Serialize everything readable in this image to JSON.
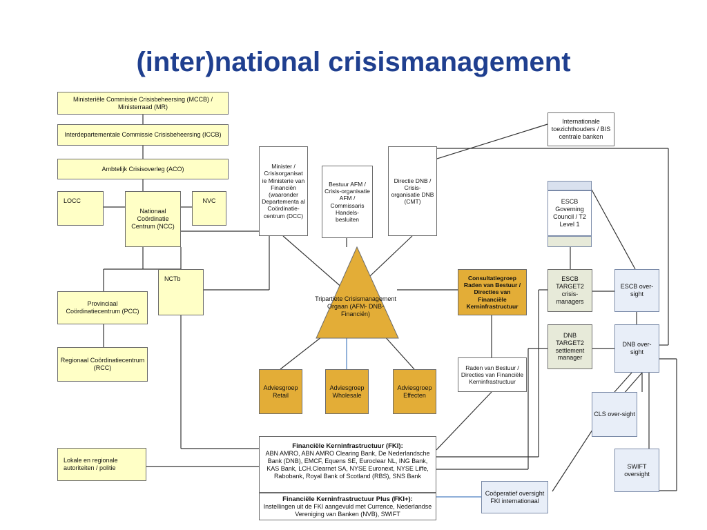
{
  "title": "(inter)national crisismanagement",
  "nodes": {
    "mccb": "Ministeriële Commissie Crisisbeheersing (MCCB) / Ministerraad (MR)",
    "iccb": "Interdepartementale Commissie Crisisbeheersing (ICCB)",
    "aco": "Ambtelijk Crisisoverleg (ACO)",
    "locc": "LOCC",
    "ncc": "Nationaal Coördinatie Centrum (NCC)",
    "nvc": "NVC",
    "nctb": "NCTb",
    "pcc": "Provinciaal Coördinatiecentrum (PCC)",
    "rcc": "Regionaal Coördinatiecentrum (RCC)",
    "lokale": "Lokale  en regionale autoriteiten / politie",
    "minister": "Minister / Crisisorganisat ie Ministerie van Financiën (waaronder Departementa al Coördinatie-centrum (DCC)",
    "bestuur_afm": "Bestuur AFM / Crisis-organisatie AFM / Commissaris Handels-besluiten",
    "directie_dnb": "Directie DNB / Crisis-organisatie DNB (CMT)",
    "internationale": "Internationale toezichthouders / BIS centrale banken",
    "tripartiete": "Tripartiete Crisismanagement Orgaan (AFM- DNB- Financiën)",
    "consultatiegroep": "Consultatiegroep Raden van Bestuur / Directies van Financiële Kerninfrastructuur",
    "raden": "Raden van Bestuur / Directies van Financiële Kerninfrastructuur",
    "adv_retail": "Adviesgroep Retail",
    "adv_wholesale": "Adviesgroep Wholesale",
    "adv_effecten": "Adviesgroep Effecten",
    "escb_gc": "ESCB Governing Council / T2 Level 1",
    "escb_t2": "ESCB TARGET2 crisis-managers",
    "escb_over": "ESCB over-sight",
    "dnb_t2": "DNB TARGET2 settlement manager",
    "dnb_over": "DNB over-sight",
    "cls": "CLS over-sight",
    "swift": "SWIFT oversight",
    "coop": "Coöperatief oversight FKI internationaal",
    "fki_title": "Financiële Kerninfrastructuur (FKI):",
    "fki_body": "ABN AMRO, ABN AMRO Clearing Bank, De Nederlandsche Bank (DNB), EMCF, Equens SE, Euroclear NL, ING Bank, KAS Bank, LCH.Clearnet SA, NYSE Euronext, NYSE Liffe, Rabobank, Royal Bank of Scotland (RBS), SNS Bank",
    "fkiplus_title": "Financiële Kerninfrastructuur Plus (FKI+):",
    "fkiplus_body": "Instellingen uit de FKI aangevuld met Currence, Nederlandse Vereniging van Banken (NVB), SWIFT"
  },
  "colors": {
    "title": "#1f3f8f",
    "yellow_box": "#ffffc6",
    "gold_box": "#e3ad37",
    "blue_box": "#e8eef8",
    "grey_box": "#e7ead9",
    "line": "#333333",
    "blue_line": "#4a7fc0"
  }
}
